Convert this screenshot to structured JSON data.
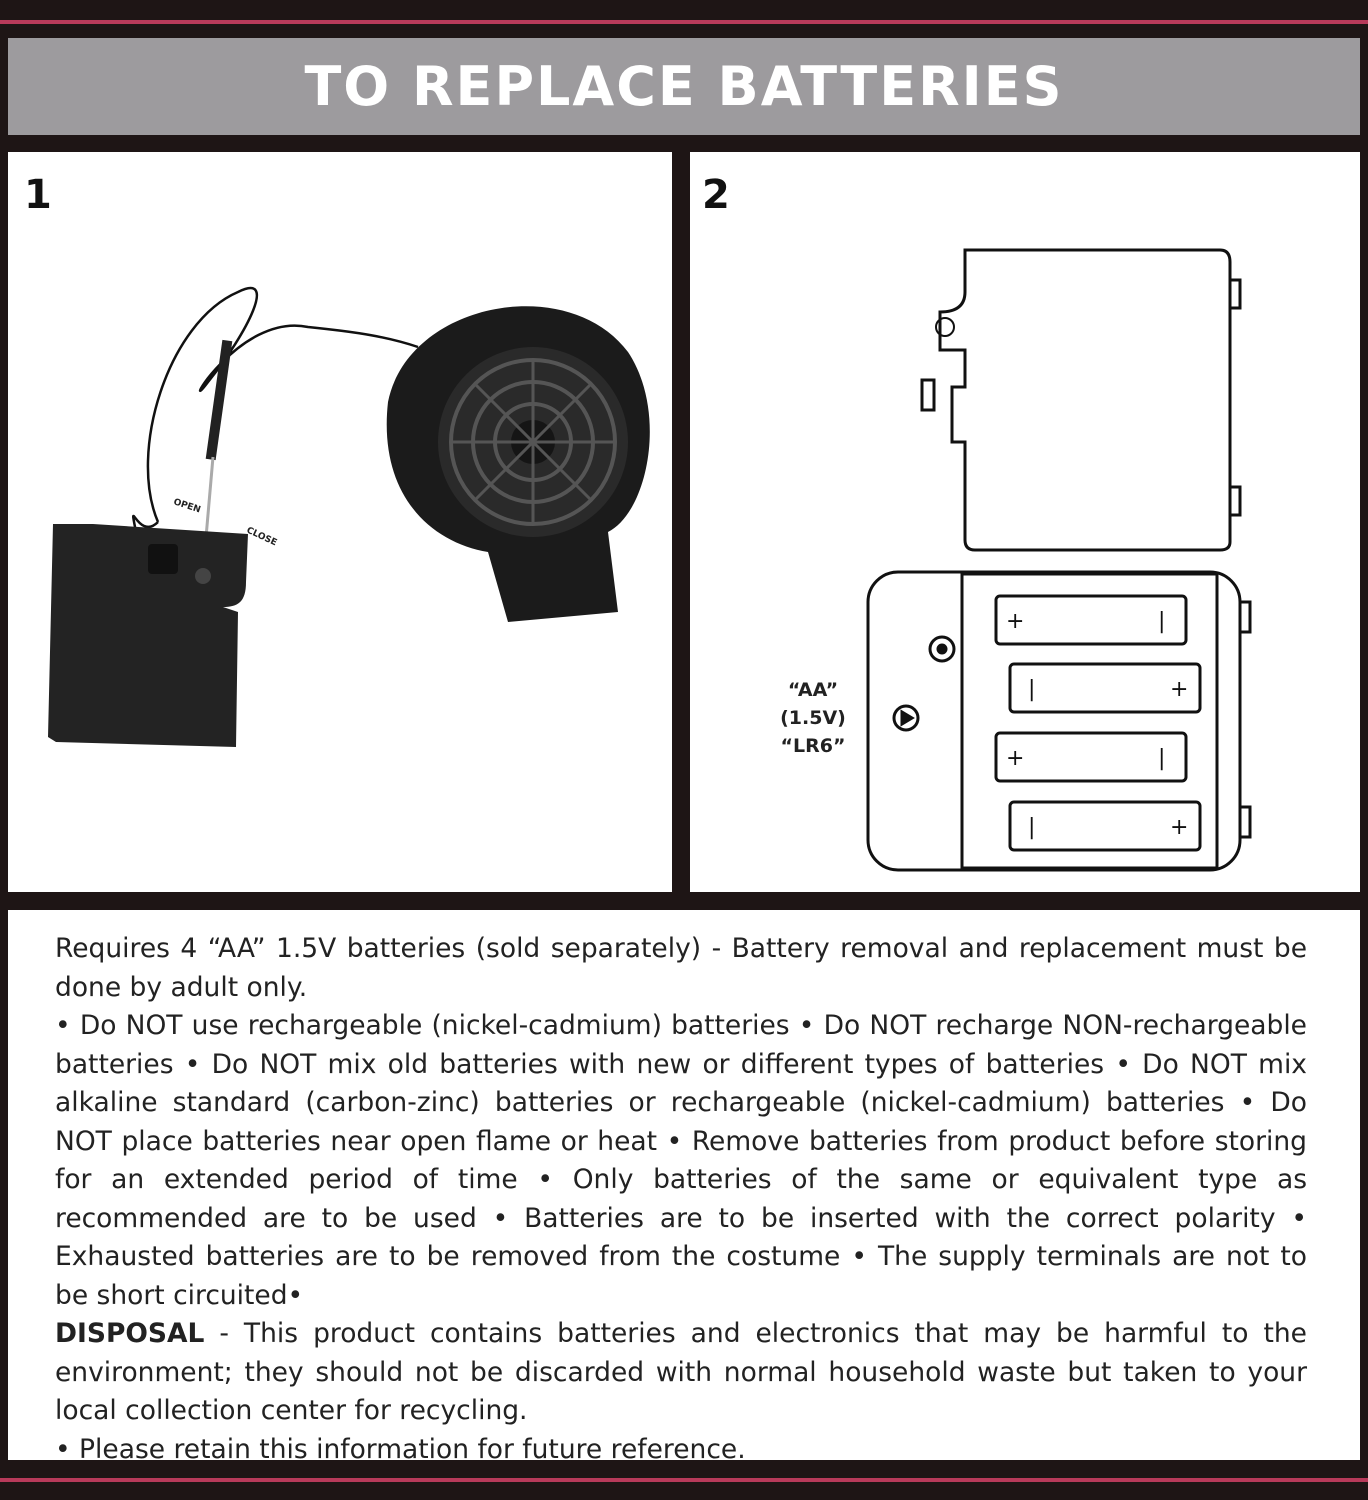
{
  "header": {
    "title": "TO REPLACE BATTERIES"
  },
  "steps": [
    {
      "number": "1",
      "photo_labels": {
        "open": "OPEN",
        "close": "CLOSE"
      }
    },
    {
      "number": "2",
      "battery_labels": [
        "“AA”",
        "(1.5V)",
        "“LR6”"
      ]
    }
  ],
  "body": {
    "intro": "Requires 4 “AA” 1.5V batteries (sold separately) - Battery removal and replacement must be done by adult only.",
    "warnings": "• Do NOT use rechargeable (nickel-cadmium) batteries • Do NOT recharge NON-rechargeable batteries • Do NOT mix old batteries with new or different types of batteries • Do NOT mix alkaline standard (carbon-zinc) batteries or rechargeable (nickel-cadmium) batteries • Do NOT place batteries near open flame or heat • Remove batteries from product before storing for an extended period of time • Only batteries of the same or equivalent type as recommended are to be used • Batteries are to be inserted with the correct polarity • Exhausted batteries are to be removed from the costume • The supply terminals are not to be short circuited•",
    "disposal_label": "DISPOSAL",
    "disposal_text": " - This product contains batteries and electronics that may be harmful to the environment; they should not be discarded with normal household waste but taken to your local collection center for recycling.",
    "retain": "• Please retain this information for future reference."
  }
}
